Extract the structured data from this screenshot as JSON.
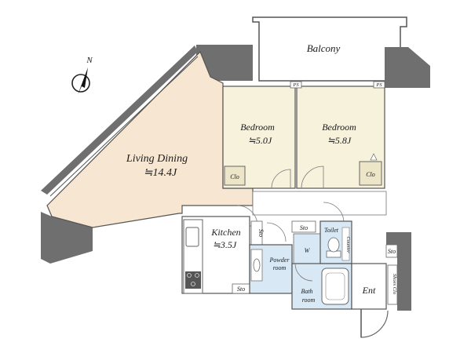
{
  "compass": {
    "label": "N"
  },
  "rooms": {
    "balcony": {
      "label": "Balcony"
    },
    "living": {
      "label": "Living Dining",
      "area": "≒14.4J"
    },
    "bedroom1": {
      "label": "Bedroom",
      "area": "≒5.0J"
    },
    "bedroom2": {
      "label": "Bedroom",
      "area": "≒5.8J"
    },
    "kitchen": {
      "label": "Kitchen",
      "area": "≒3.5J"
    },
    "powder": {
      "label1": "Powder",
      "label2": "room"
    },
    "bath": {
      "label1": "Bath",
      "label2": "room"
    },
    "toilet": {
      "label": "Toilet"
    },
    "entrance": {
      "label": "Ent"
    }
  },
  "storage": {
    "clo1": "Clo",
    "clo2": "Clo",
    "sto_kitchen": "Sto",
    "sto_kitchen_bottom": "Sto",
    "sto_hall": "Sto",
    "sto_entrance": "Sto",
    "shoes": "Shoes Clo"
  },
  "fixtures": {
    "washer": "W",
    "counter": "Counter",
    "ps1": "PS",
    "ps2": "PS"
  },
  "colors": {
    "living_fill": "#f6e6d2",
    "bedroom_fill": "#f7f2dc",
    "wet_fill": "#d8e8f5",
    "wall": "#6f6f6f"
  }
}
